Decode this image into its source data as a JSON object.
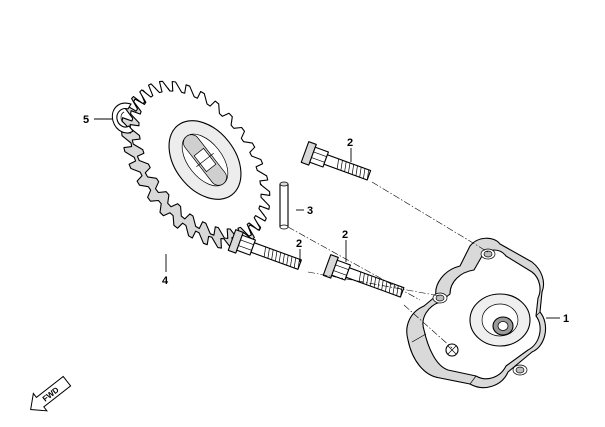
{
  "diagram": {
    "direction_marker": {
      "label": "FWD"
    },
    "callouts": [
      {
        "id": "callout-1",
        "label": "1",
        "part": "oil-pump-body"
      },
      {
        "id": "callout-2a",
        "label": "2",
        "part": "flange-bolt-upper"
      },
      {
        "id": "callout-2b",
        "label": "2",
        "part": "flange-bolt-lower-left"
      },
      {
        "id": "callout-2c",
        "label": "2",
        "part": "flange-bolt-lower-right"
      },
      {
        "id": "callout-3",
        "label": "3",
        "part": "dowel-pin"
      },
      {
        "id": "callout-4",
        "label": "4",
        "part": "oil-pump-driven-gear"
      },
      {
        "id": "callout-5",
        "label": "5",
        "part": "retaining-clip"
      }
    ],
    "colors": {
      "line": "#000000",
      "shade": "#d9d9d9",
      "fill": "#ffffff",
      "dark": "#9a9a9a"
    }
  }
}
